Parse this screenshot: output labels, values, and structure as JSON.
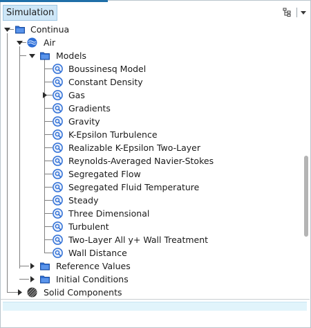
{
  "header": {
    "tab_label": "Simulation"
  },
  "tree": {
    "root": "Continua",
    "air": "Air",
    "models": "Models",
    "model_items": [
      "Boussinesq Model",
      "Constant Density",
      "Gas",
      "Gradients",
      "Gravity",
      "K-Epsilon Turbulence",
      "Realizable K-Epsilon Two-Layer",
      "Reynolds-Averaged Navier-Stokes",
      "Segregated Flow",
      "Segregated Fluid Temperature",
      "Steady",
      "Three Dimensional",
      "Turbulent",
      "Two-Layer All y+ Wall Treatment",
      "Wall Distance"
    ],
    "reference_values": "Reference Values",
    "initial_conditions": "Initial Conditions",
    "solid_components": "Solid Components"
  },
  "colors": {
    "accent": "#1f6fa8",
    "tab_bg": "#cde6f7",
    "folder_blue": "#2f6fd6",
    "input_bg": "#e1f4fb"
  },
  "icons": {
    "folder": "folder-icon",
    "model": "model-node-icon",
    "continuum": "fluid-continuum-icon",
    "solid": "solid-continuum-icon",
    "tree_view": "tree-view-icon",
    "dropdown": "dropdown-arrow-icon"
  }
}
